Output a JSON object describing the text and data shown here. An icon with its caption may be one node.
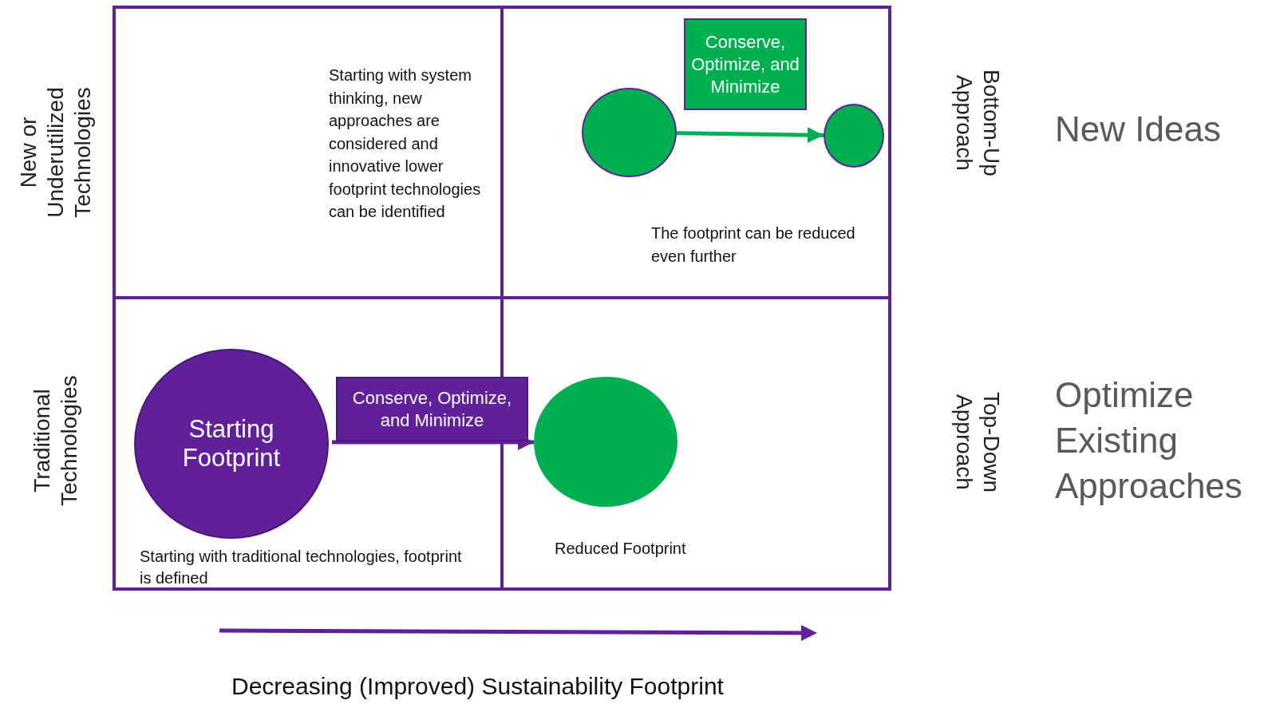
{
  "diagram": {
    "nodes": [
      {
        "text": [
          "Starting Footprint"
        ]
      },
      {
        "text": [
          "Conserve, Optimize, and Minimize"
        ]
      },
      {
        "text": [],
        "shape": "circle"
      },
      {
        "text": [],
        "shape": "circle"
      },
      {
        "text": [],
        "shape": "circle"
      },
      {
        "text": [
          "Conserve, Optimize, and Minimize"
        ]
      }
    ],
    "edges": [
      {
        "from": 0,
        "to": 2,
        "arrow": "to"
      },
      {
        "from": 3,
        "to": 4,
        "arrow": "to",
        "color": "#00b050"
      }
    ],
    "labels": [
      "New or Underutilized Technologies",
      "Starting with system thinking, new approaches are considered and innovative lower footprint technologies can be identified",
      "Bottom-Up Approach",
      "New Ideas",
      "The footprint can be reduced even further",
      "Traditional Technologies",
      "Top-Down Approach",
      "Optimize Existing Approaches",
      "Starting with traditional technologies, footprint is defined",
      "Reduced Footprint",
      "Decreasing (Improved) Sustainability Footprint"
    ]
  }
}
